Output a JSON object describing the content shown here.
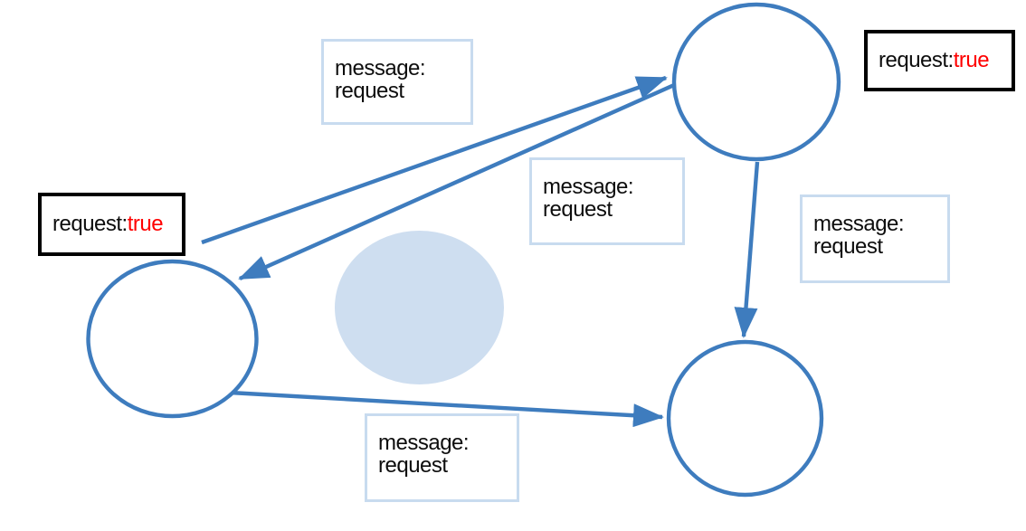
{
  "diagram": {
    "palette": {
      "node_stroke": "#3e7cbe",
      "arrow": "#3e7cbe",
      "highlight_fill": "#cedef0",
      "message_label_border": "#c8dbef",
      "state_label_border": "#000000",
      "text": "#0d0d0d",
      "state_value_text": "#ff0000",
      "background": "#ffffff"
    },
    "message_labels": [
      {
        "line1": "message:",
        "line2": "request"
      },
      {
        "line1": "message:",
        "line2": "request"
      },
      {
        "line1": "message:",
        "line2": "request"
      },
      {
        "line1": "message:",
        "line2": "request"
      }
    ],
    "state_labels": [
      {
        "key": "request:",
        "value": "true"
      },
      {
        "key": "request:",
        "value": "true"
      }
    ]
  }
}
